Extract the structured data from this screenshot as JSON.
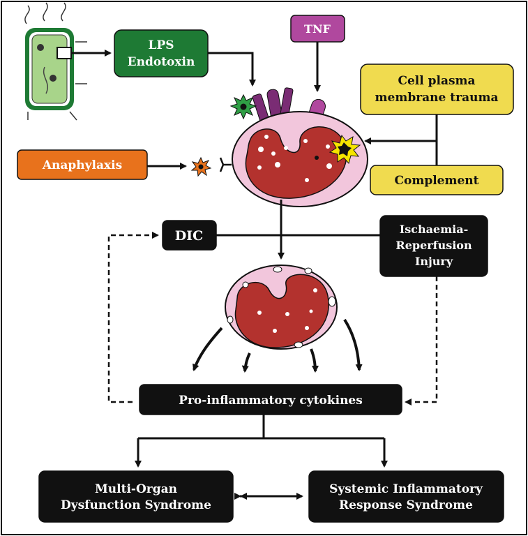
{
  "colors": {
    "lps": "#1e7a34",
    "tnf": "#b0489e",
    "yellow": "#f0db4f",
    "anaphylaxis": "#e8721c",
    "dark": "#111111",
    "cell_pink": "#f2c6dc",
    "nucleus": "#b3322e",
    "bacterium_green": "#6fbf4b",
    "receptor_purple": "#7a2c74"
  },
  "nodes": {
    "lps": {
      "line1": "LPS",
      "line2": "Endotoxin"
    },
    "tnf": {
      "label": "TNF"
    },
    "cell_trauma": {
      "line1": "Cell plasma",
      "line2": "membrane trauma"
    },
    "complement": {
      "label": "Complement"
    },
    "anaphylaxis": {
      "label": "Anaphylaxis"
    },
    "dic": {
      "label": "DIC"
    },
    "ischaemia": {
      "line1": "Ischaemia-",
      "line2": "Reperfusion",
      "line3": "Injury"
    },
    "cytokines": {
      "label": "Pro-inflammatory cytokines"
    },
    "mods": {
      "line1": "Multi-Organ",
      "line2": "Dysfunction Syndrome"
    },
    "sirs": {
      "line1": "Systemic Inflammatory",
      "line2": "Response Syndrome"
    }
  },
  "icons": [
    "bacterium-icon",
    "receptor-icon",
    "activated-cell-icon",
    "degranulating-cell-icon",
    "starburst-icon"
  ]
}
